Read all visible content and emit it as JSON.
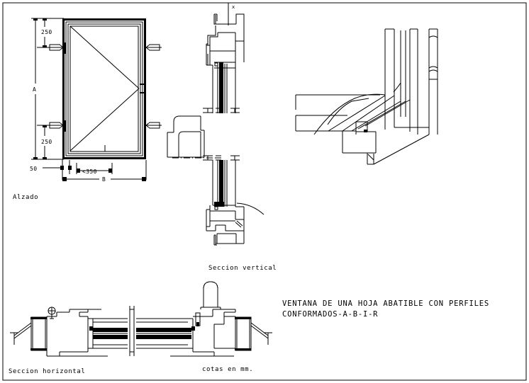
{
  "sheet": {
    "title": "VENTANA DE UNA HOJA ABATIBLE CON PERFILES",
    "title_line2": "CONFORMADOS-A-B-I-R",
    "units_note": "cotas en mm.",
    "background_color": "#ffffff",
    "line_color": "#000000",
    "border": true
  },
  "views": {
    "elevation": {
      "label": "Alzado",
      "dimensions": {
        "top_offset": "250",
        "bottom_offset": "250",
        "height_symbol": "A",
        "width_symbol": "B",
        "frame_edge": "50",
        "leaf_width": "<350"
      },
      "opening_symbol": "hinge-right-casement"
    },
    "vertical_section": {
      "label": "Seccion vertical",
      "detail_marker": "x"
    },
    "horizontal_section": {
      "label": "Seccion horizontal"
    },
    "isometric_detail": {
      "label": ""
    }
  }
}
